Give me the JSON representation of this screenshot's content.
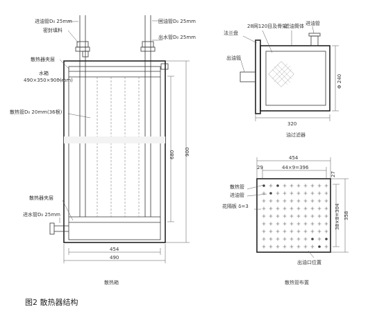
{
  "left_view": {
    "labels": {
      "inlet_pipe": "进油管D₀ 25mm",
      "seal_packing": "密封填料",
      "radiator_shell": "散热器夹层",
      "water_tank": "水箱",
      "water_tank_size": "490×350×900(mm)",
      "radiator_tube": "散热管D₀ 20mm(36根)",
      "radiator_shell_lower": "散热器夹层",
      "water_inlet": "进水管D₀ 25mm",
      "outlet_pipe": "回油管D₀ 25mm",
      "water_outlet": "出水管D₀ 25mm"
    },
    "dims": {
      "inner_width": "454",
      "outer_width": "490",
      "inner_height": "680",
      "outer_height": "900"
    },
    "caption": "散热箱"
  },
  "top_right_view": {
    "labels": {
      "flange": "法兰盘",
      "mesh": "28网120目及骨架",
      "filter_shell": "滤油筒体",
      "inlet": "进油管",
      "outlet": "出油管"
    },
    "dims": {
      "length": "320",
      "diameter": "Φ 240"
    },
    "caption": "油过滤器"
  },
  "bottom_right_view": {
    "labels": {
      "radiator_tube": "散热管",
      "inlet_tube": "进油管",
      "plate": "花隔板 δ=3",
      "outlet_position": "出油口位置"
    },
    "dims": {
      "outer_width": "454",
      "pitch_x": "44×9=396",
      "offset_x": "29",
      "offset_y": "27",
      "pitch_y": "38×8=304",
      "outer_height": "358"
    },
    "caption": "散热管布置"
  },
  "figure_caption": "图2   散热器结构"
}
